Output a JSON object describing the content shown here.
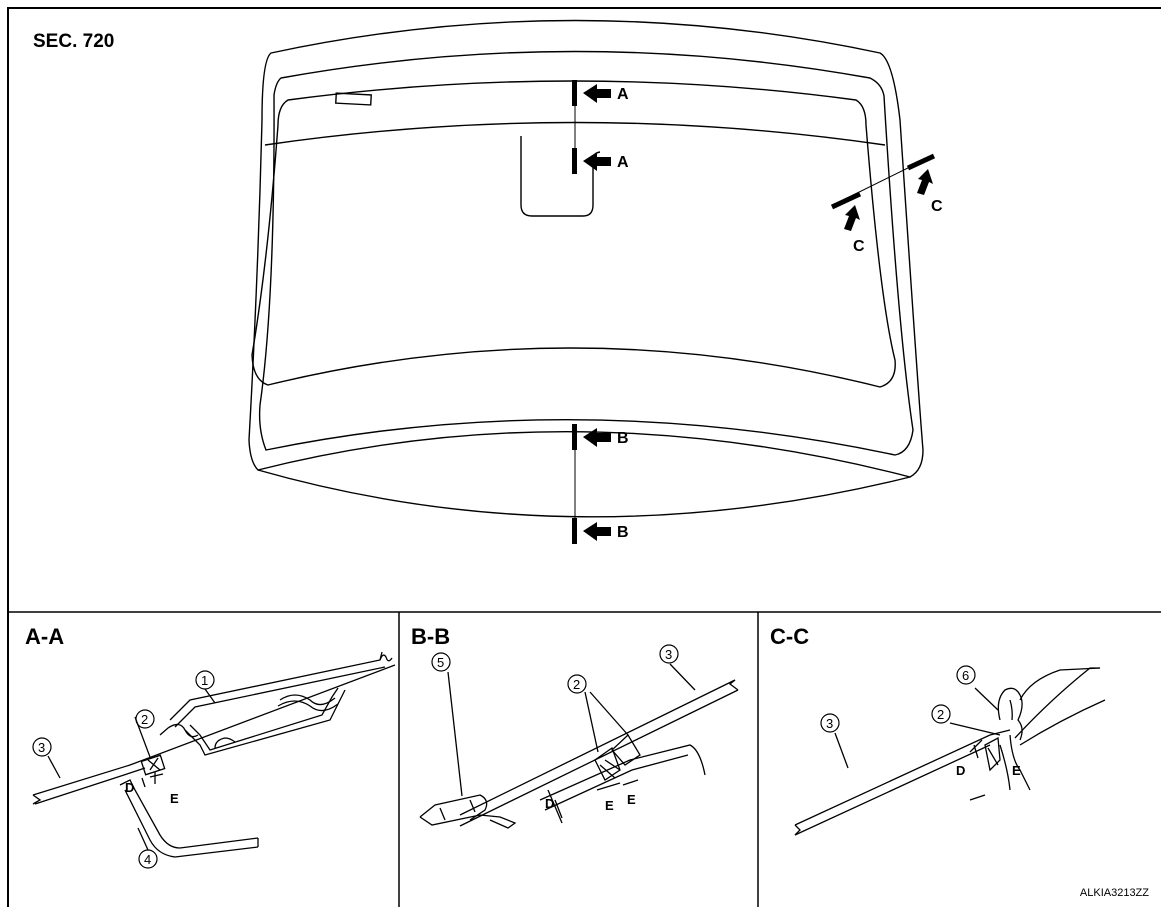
{
  "section": "SEC. 720",
  "image_code": "ALKIA3213ZZ",
  "view_markers": {
    "a": "A",
    "b": "B",
    "c": "C"
  },
  "panels": [
    {
      "title": "A-A",
      "callouts": [
        "1",
        "2",
        "3",
        "4"
      ],
      "dims": [
        "D",
        "E"
      ]
    },
    {
      "title": "B-B",
      "callouts": [
        "2",
        "3",
        "5"
      ],
      "dims": [
        "D",
        "E",
        "E"
      ]
    },
    {
      "title": "C-C",
      "callouts": [
        "2",
        "3",
        "6"
      ],
      "dims": [
        "D",
        "E"
      ]
    }
  ]
}
